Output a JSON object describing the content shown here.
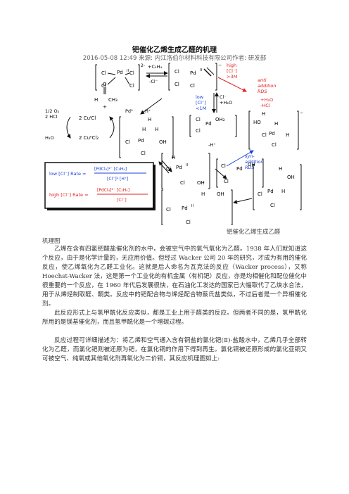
{
  "article": {
    "title": "钯催化乙烯生成乙醛的机理",
    "meta": "2016-05-08 12:49 来源: 内江洛伯尔材料科技有限公司作者: 研发部",
    "caption_right": "钯催化乙烯生成乙醛",
    "caption_left": "机理图",
    "paragraph1": "乙烯在含有四氯钯酸盐催化剂的水中，会被空气中的氧气氧化为乙醛。1938 年人们就知道这个反应，由于是化学计量的，无应用价值。但经过 Wacker 公司 20 年的研究，才成为有用的催化反应，使乙烯氧化为乙醛工业化。这就是后人命名为瓦克法的反应（Wacker process），又称 Hoechst-Wacker 法，这是第一个工业化的有机金属（有机钯）反应，亦是均相催化和配位催化中很重要的一个反应，在 1960 年代后发展很快，在石油化工发达的国家已大幅取代了乙炔水合法，用于从烯烃制取醛、酮类。反应中的钯配合物与烯烃配合物蔡氏盐类似，不过后者是一个异相催化剂。",
    "paragraph2": "此反应形式上与氢甲酰化反应类似，都是工业上用于醛类的反应。但两者不同的是，氢甲酰化所用的是镁基催化剂，而且氢甲酰化是一个增碳过程。",
    "paragraph3": "反应过程可详细描述为：将乙烯和空气通入含有铜盐的氯化钯(Ⅱ)-盐酸水中，乙烯几乎全部转化为乙醛，而氯化钯则被还原为钯，在氯化铜的作用下得到再生。氯化铜被还原形成的氯化亚铜又可被空气、纯氧或其他氧化剂再氧化为二价铜，其反应机理图如上:"
  },
  "figure": {
    "pd_complex_charge": "2-",
    "ethylene_add": "+C₂H₄",
    "minus_cl": "-Cl⁻",
    "high_cl_box": [
      "high",
      "[Cl⁻]",
      ">3M"
    ],
    "anti_addition": [
      "anti",
      "addition",
      "RDS"
    ],
    "low_cl": [
      "low",
      "[Cl⁻]",
      "<1M"
    ],
    "cl_h2o": [
      "Cl⁻",
      "+H₂O"
    ],
    "h2o_hcl": [
      "+H₂O",
      "-HCl"
    ],
    "syn_addition": [
      "syn-",
      "addition",
      "RDS"
    ],
    "minus_h": "-H⁺",
    "h_plus": "H⁺",
    "o2_line1": "1/2 O₂",
    "o2_line2": "2 HCl",
    "water": "H₂O",
    "cu1": "2 CuᴵCl",
    "cu2": "2 CuᴵᴵCl₂",
    "pd0": "Pd⁰",
    "rate_low_label": "low [Cl⁻] Rate =",
    "rate_low_num": "[PdCl₄]²⁻ [C₂H₄]",
    "rate_low_den": "[Cl⁻]² [H⁺]",
    "rate_high_label": "high [Cl⁻] Rate =",
    "rate_high_num": "[PdCl₄]²⁻ [C₂H₄]",
    "rate_high_den": "[Cl⁻]",
    "colors": {
      "red": "#e02020",
      "blue": "#1a3fd8",
      "black": "#111111"
    }
  }
}
